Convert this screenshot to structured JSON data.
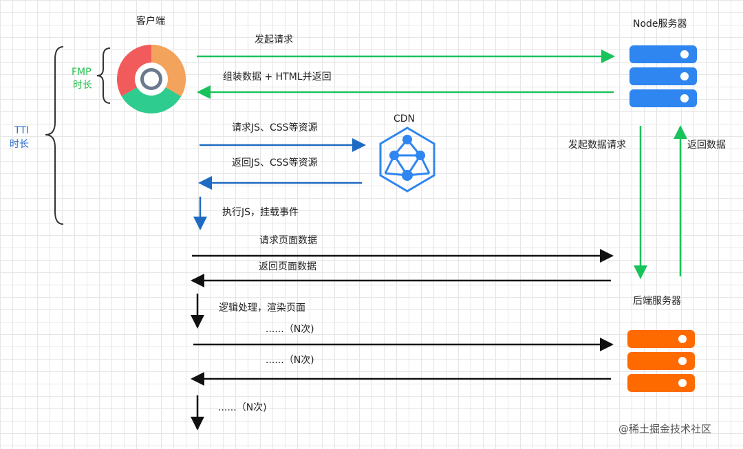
{
  "client_label": "客户端",
  "node_label": "Node服务器",
  "cdn_label": "CDN",
  "backend_label": "后端服务器",
  "fmp_label_1": "FMP",
  "fmp_label_2": "时长",
  "tti_label_1": "TTI",
  "tti_label_2": "时长",
  "steps": {
    "s1": "发起请求",
    "s2": "组装数据 + HTML并返回",
    "s3": "请求JS、CSS等资源",
    "s4": "返回JS、CSS等资源",
    "s5": "执行JS，挂载事件",
    "s6": "请求页面数据",
    "s7": "返回页面数据",
    "s8": "逻辑处理，渲染页面",
    "s9": "......（N次)",
    "s10": "......（N次)",
    "s11": "......（N次)",
    "node_req": "发起数据请求",
    "node_ret": "返回数据"
  },
  "watermark": "@稀土掘金技术社区",
  "colors": {
    "green_arrow": "#19c35b",
    "blue_arrow": "#1f6ac2",
    "black_arrow": "#111111",
    "node_server": "#2f86f0",
    "backend_server": "#ff6a00",
    "cdn": "#2f86f0",
    "fmp_text": "#1fbf46",
    "tti_text": "#2b6fc9"
  },
  "icons": [
    "chrome-icon",
    "node-server-icon",
    "cdn-icon",
    "backend-server-icon"
  ]
}
